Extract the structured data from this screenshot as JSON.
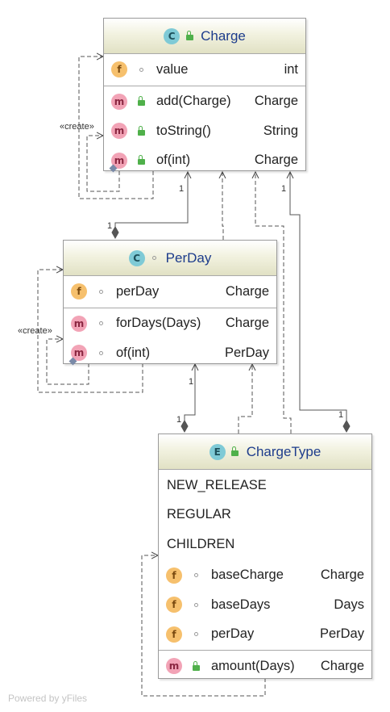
{
  "classes": {
    "charge": {
      "kind": "C",
      "name": "Charge",
      "fields": [
        {
          "name": "value",
          "type": "int"
        }
      ],
      "methods": [
        {
          "name": "add(Charge)",
          "type": "Charge"
        },
        {
          "name": "toString()",
          "type": "String"
        },
        {
          "name": "of(int)",
          "type": "Charge"
        }
      ]
    },
    "perday": {
      "kind": "C",
      "name": "PerDay",
      "fields": [
        {
          "name": "perDay",
          "type": "Charge"
        }
      ],
      "methods": [
        {
          "name": "forDays(Days)",
          "type": "Charge"
        },
        {
          "name": "of(int)",
          "type": "PerDay"
        }
      ]
    },
    "chargetype": {
      "kind": "E",
      "name": "ChargeType",
      "constants": [
        "NEW_RELEASE",
        "REGULAR",
        "CHILDREN"
      ],
      "fields": [
        {
          "name": "baseCharge",
          "type": "Charge"
        },
        {
          "name": "baseDays",
          "type": "Days"
        },
        {
          "name": "perDay",
          "type": "PerDay"
        }
      ],
      "methods": [
        {
          "name": "amount(Days)",
          "type": "Charge"
        }
      ]
    }
  },
  "badges": {
    "field": "f",
    "method": "m"
  },
  "edge_labels": {
    "create_1": "«create»",
    "create_2": "«create»",
    "mult_charge_perday_top": "1",
    "mult_charge_perday_bottom": "1",
    "mult_charge_type_top": "1",
    "mult_charge_type_bottom": "1",
    "mult_perday_type_top": "1",
    "mult_perday_type_bottom": "1"
  },
  "footer": "Powered by yFiles",
  "colors": {
    "header_text": "#1d3c8c",
    "field_badge": "#f6c06d",
    "method_badge": "#f2a3b6",
    "class_badge": "#7fcad6",
    "public_lock": "#4fb04a"
  }
}
